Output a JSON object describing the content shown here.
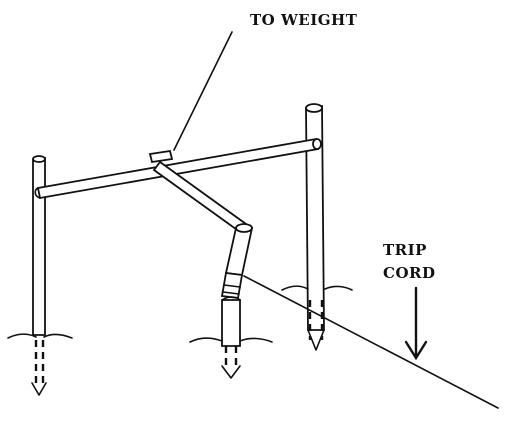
{
  "labels": {
    "to_weight": "TO WEIGHT",
    "trip_cord_line1": "TRIP",
    "trip_cord_line2": "CORD"
  },
  "colors": {
    "ink": "#111111",
    "background": "#ffffff"
  }
}
